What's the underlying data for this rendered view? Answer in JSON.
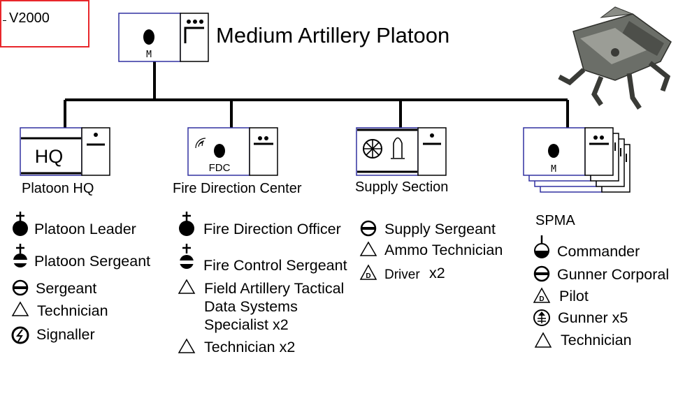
{
  "version": "V2000",
  "title": "Medium Artillery Platoon",
  "hq_symbol": {
    "inner": "M"
  },
  "units": [
    {
      "label": "Platoon HQ",
      "symbol_text": "HQ",
      "roles": [
        "Platoon Leader",
        "Platoon Sergeant",
        "Sergeant",
        "Technician",
        "Signaller"
      ]
    },
    {
      "label": "Fire Direction Center",
      "symbol_text": "FDC",
      "roles": [
        "Fire Direction Officer",
        "Fire Control Sergeant",
        "Field Artillery Tactical",
        "Data Systems",
        "Specialist x2",
        "Technician x2"
      ]
    },
    {
      "label": "Supply Section",
      "symbol_text": "",
      "roles": [
        "Supply Sergeant",
        "Ammo Technician",
        "Driver",
        "x2"
      ]
    },
    {
      "label": "SPMA",
      "symbol_text": "M",
      "roles": [
        "Commander",
        "Gunner Corporal",
        "Pilot",
        "Gunner x5",
        "Technician"
      ]
    }
  ],
  "badge_letter": "D",
  "icons": {
    "officer": "filled-circle-with-cross-icon",
    "sergeant-full": "circle-with-cross-and-bar-icon",
    "sergeant": "circle-with-bar-icon",
    "technician": "triangle-icon",
    "driver": "triangle-with-d-icon",
    "signaller": "lightning-circle-icon",
    "commander": "half-filled-circle-stem-icon",
    "gunner": "circle-with-lines-icon"
  }
}
